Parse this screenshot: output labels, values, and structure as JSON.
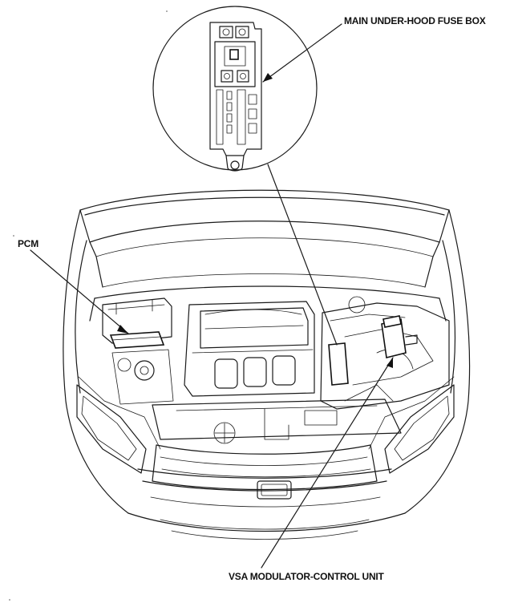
{
  "labels": {
    "fuse_box": "MAIN UNDER-HOOD FUSE BOX",
    "pcm": "PCM",
    "vsa": "VSA MODULATOR-CONTROL UNIT"
  }
}
